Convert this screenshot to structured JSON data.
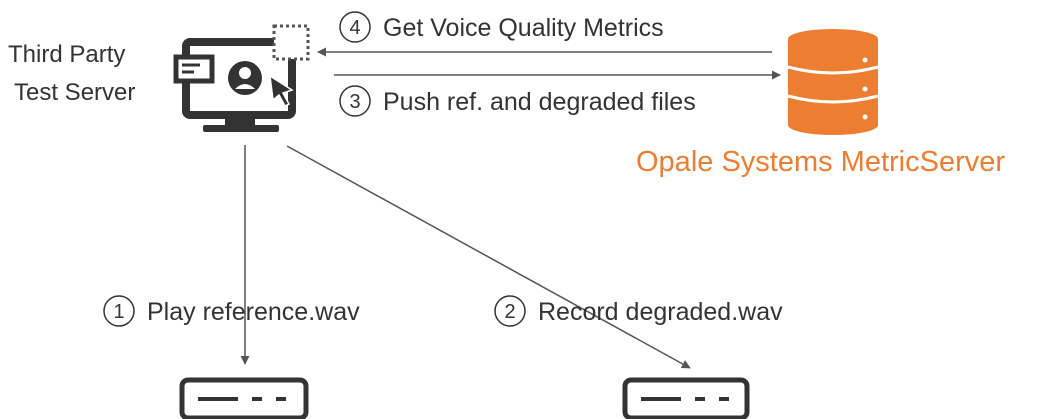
{
  "server": {
    "line1": "Third Party",
    "line2": "Test Server"
  },
  "metric_server": {
    "label": "Opale Systems MetricServer",
    "color": "#ED7D31"
  },
  "steps": [
    {
      "number": "1",
      "label": "Play reference.wav"
    },
    {
      "number": "2",
      "label": "Record degraded.wav"
    },
    {
      "number": "3",
      "label": "Push ref. and degraded files"
    },
    {
      "number": "4",
      "label": "Get Voice Quality Metrics"
    }
  ],
  "colors": {
    "icon": "#333333",
    "line": "#555555",
    "accent": "#ED7D31"
  }
}
